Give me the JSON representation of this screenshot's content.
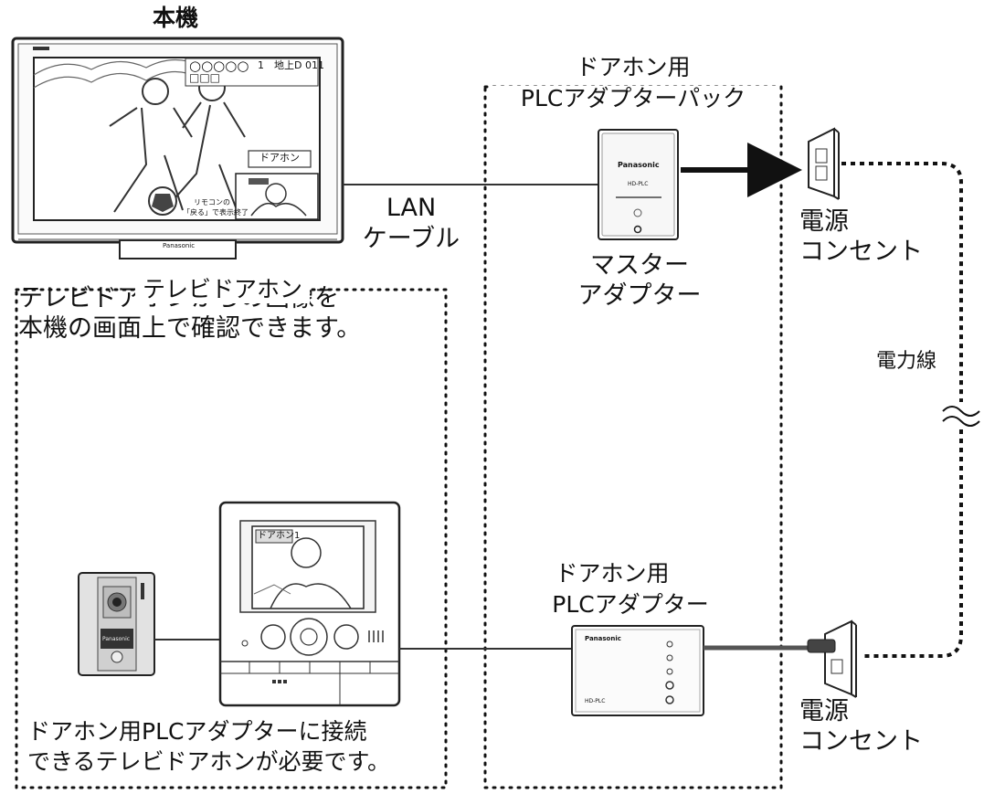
{
  "labels": {
    "tv_title": "本機",
    "tv_caption_line1": "テレビドアホンからの画像を",
    "tv_caption_line2": "本機の画面上で確認できます。",
    "lan_line1": "LAN",
    "lan_line2": "ケーブル",
    "pack_title_line1": "ドアホン用",
    "pack_title_line2": "PLCアダプターパック",
    "master_line1": "マスター",
    "master_line2": "アダプター",
    "outlet_top_line1": "電源",
    "outlet_top_line2": "コンセント",
    "power_line": "電力線",
    "doorphone_group_title": "テレビドアホン",
    "plc_adapter_line1": "ドアホン用",
    "plc_adapter_line2": "PLCアダプター",
    "doorphone_caption_line1": "ドアホン用PLCアダプターに接続",
    "doorphone_caption_line2": "できるテレビドアホンが必要です。",
    "outlet_bottom_line1": "電源",
    "outlet_bottom_line2": "コンセント"
  },
  "tv_screen": {
    "channel_boxes": "○○○○○",
    "channel_sub": "□□□",
    "channel_info": "1　地上D 011",
    "doorphone_popup": "ドアホン",
    "inset_line1": "リモコンの",
    "inset_line2": "「戻る」で表示終了",
    "brand": "Panasonic"
  },
  "devices": {
    "master_brand": "Panasonic",
    "master_model": "HD-PLC",
    "plc_brand": "Panasonic",
    "plc_model": "HD-PLC",
    "monitor_tag": "ドアホン1",
    "door_brand": "Panasonic"
  }
}
